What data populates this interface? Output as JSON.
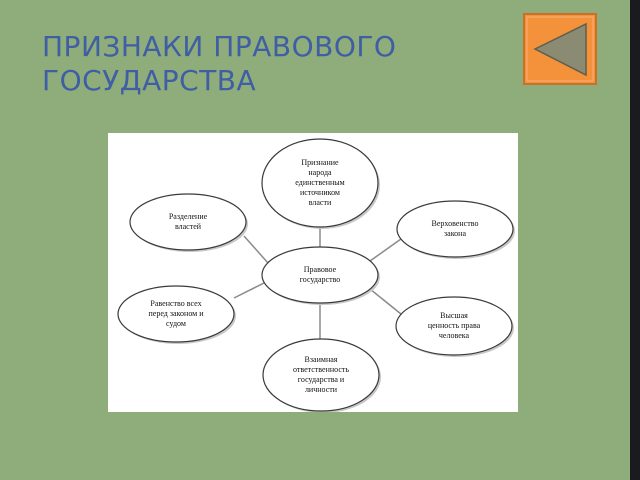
{
  "slide": {
    "title_line1": "ПРИЗНАКИ ПРАВОВОГО",
    "title_line2": "ГОСУДАРСТВА",
    "colors": {
      "background": "#8fac7b",
      "title": "#3f5ea4",
      "button_fill": "#f4923c",
      "button_arrow": "#8b8b73"
    },
    "back_button_icon": "triangle-left-icon"
  },
  "diagram": {
    "center": {
      "id": "center",
      "lines": [
        "Правовое",
        "государство"
      ]
    },
    "nodes": [
      {
        "id": "people",
        "lines": [
          "Признание",
          "народа",
          "единственным",
          "источником",
          "власти"
        ]
      },
      {
        "id": "law",
        "lines": [
          "Верховенство",
          "закона"
        ]
      },
      {
        "id": "human-value",
        "lines": [
          "Высшая",
          "ценность права",
          "человека"
        ]
      },
      {
        "id": "responsibility",
        "lines": [
          "Взаимная",
          "ответственность",
          "государства и",
          "личности"
        ]
      },
      {
        "id": "equality",
        "lines": [
          "Равенство всех",
          "перед законом и",
          "судом"
        ]
      },
      {
        "id": "separation",
        "lines": [
          "Разделение",
          "властей"
        ]
      }
    ]
  }
}
